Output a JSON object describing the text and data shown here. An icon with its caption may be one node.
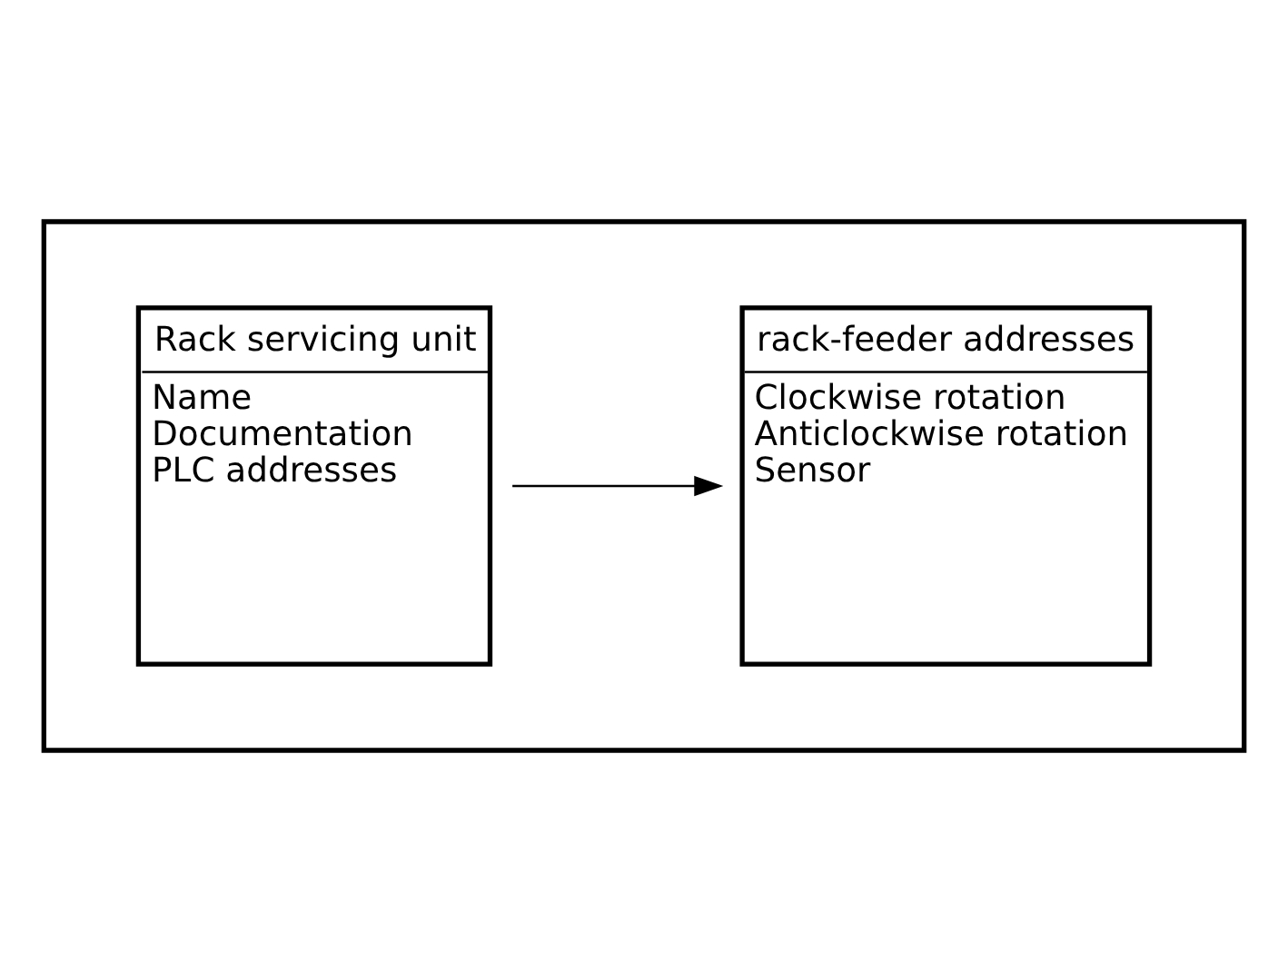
{
  "diagram": {
    "nodes": [
      {
        "text": [],
        "shape": "box"
      },
      {
        "text": [
          "Rack servicing unit",
          "Name",
          "Documentation",
          "PLC addresses"
        ],
        "in": 0
      },
      {
        "text": [
          "rack-feeder addresses",
          "Clockwise rotation",
          "Anticlockwise rotation",
          "Sensor"
        ],
        "in": 0
      }
    ],
    "edges": [
      {
        "from": 1,
        "to": 2,
        "arrow": "to"
      }
    ]
  }
}
